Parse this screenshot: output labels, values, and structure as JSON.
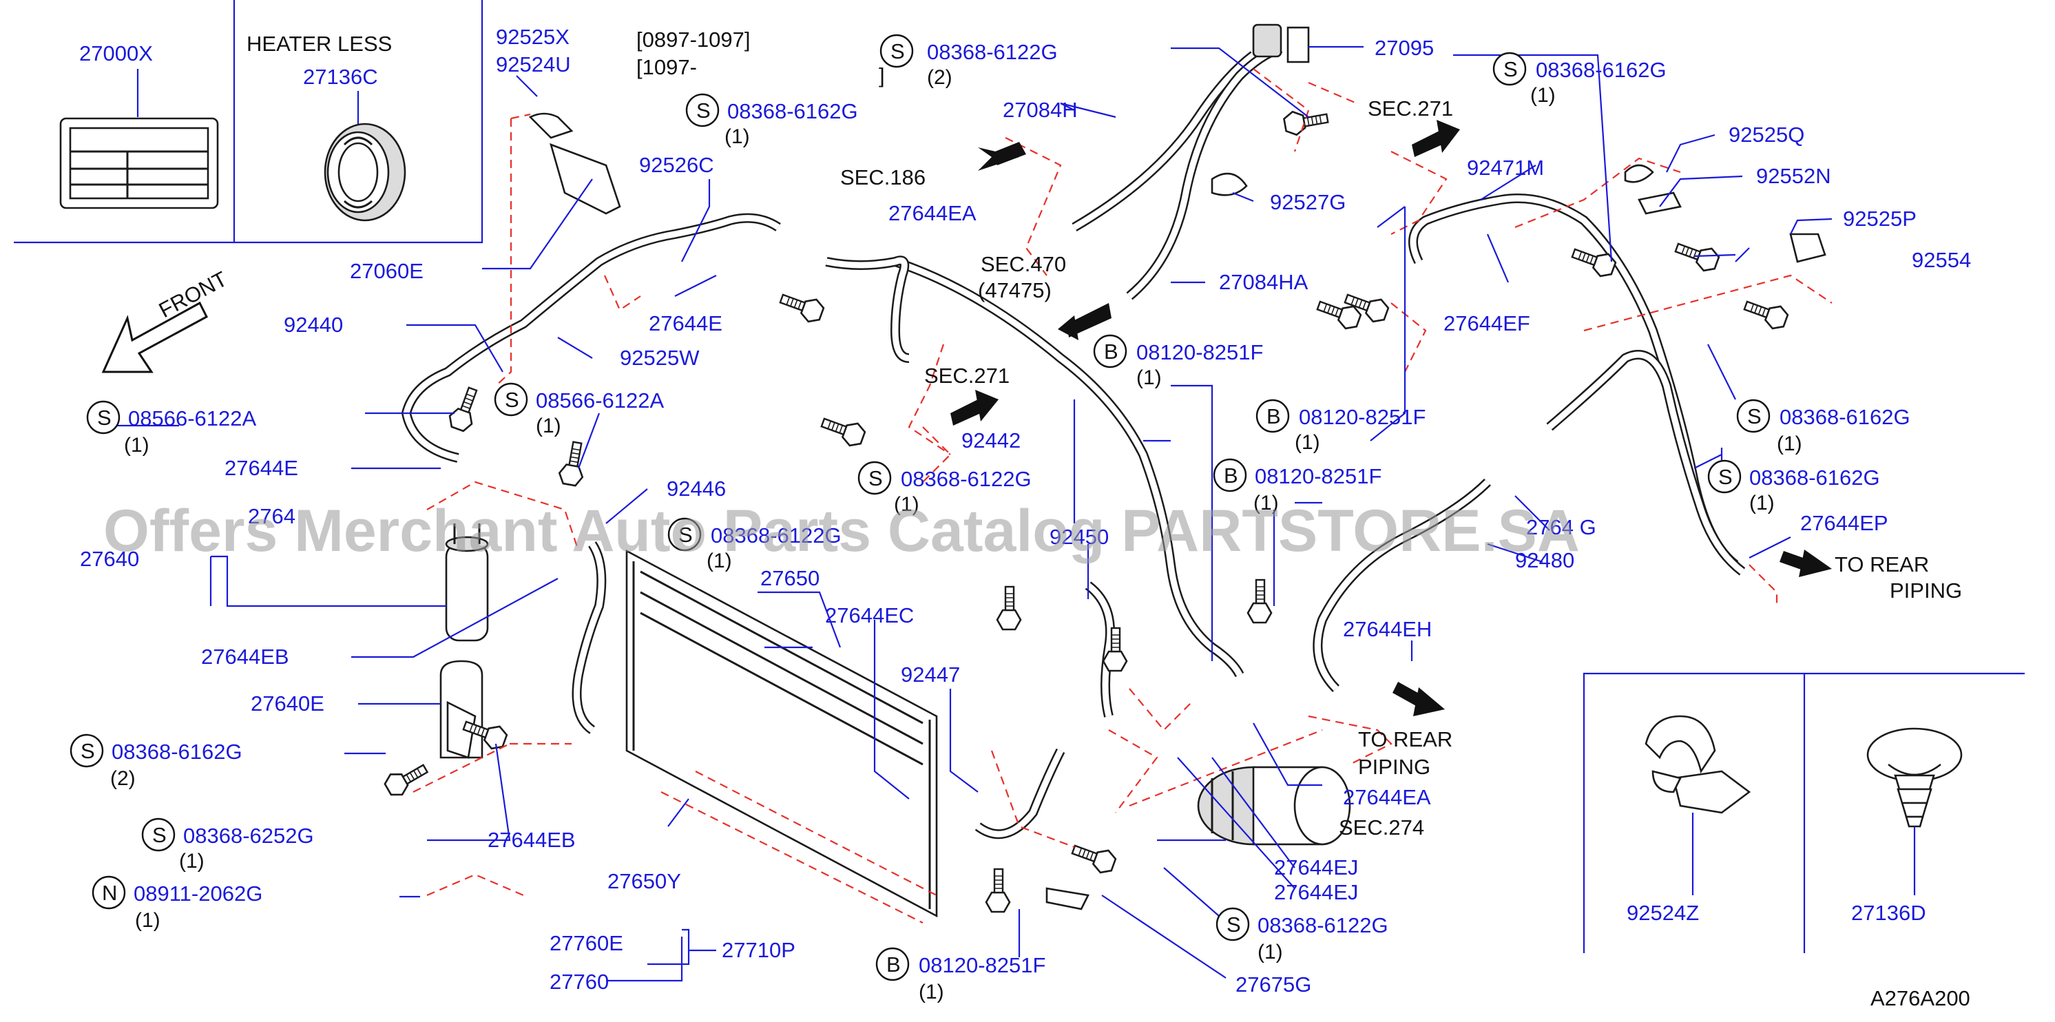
{
  "diagram_code": "A276A200",
  "watermark": "Offers Merchant Auto Parts Catalog PARTSTORE.SA",
  "inset_boxes": {
    "box1": {
      "part": "27000X"
    },
    "box2": {
      "heading": "HEATER  LESS",
      "part": "27136C"
    },
    "box3": {
      "part": "92524Z"
    },
    "box4": {
      "part": "27136D"
    }
  },
  "front_label": "FRONT",
  "date_codes": {
    "line1": "[0897-1097]",
    "line2": "[1097-",
    "line3": "]"
  },
  "fastener_prefixes": {
    "s": "S",
    "b": "B",
    "n": "N"
  },
  "callouts": [
    {
      "id": "p92525X",
      "text": "92525X"
    },
    {
      "id": "p92524U",
      "text": "92524U"
    },
    {
      "id": "p27060E",
      "text": "27060E"
    },
    {
      "id": "p92440",
      "text": "92440"
    },
    {
      "id": "p92526C",
      "text": "92526C"
    },
    {
      "id": "p27644E_a",
      "text": "27644E"
    },
    {
      "id": "p92525W",
      "text": "92525W"
    },
    {
      "id": "p27644E_b",
      "text": "27644E"
    },
    {
      "id": "p2764x",
      "text": "2764"
    },
    {
      "id": "p27640",
      "text": "27640"
    },
    {
      "id": "p27644EB_a",
      "text": "27644EB"
    },
    {
      "id": "p27640E",
      "text": "27640E"
    },
    {
      "id": "p27644EB_b",
      "text": "27644EB"
    },
    {
      "id": "p92446",
      "text": "92446"
    },
    {
      "id": "p27650",
      "text": "27650"
    },
    {
      "id": "p27644EC",
      "text": "27644EC"
    },
    {
      "id": "p27650Y",
      "text": "27650Y"
    },
    {
      "id": "p92447",
      "text": "92447"
    },
    {
      "id": "p27760E",
      "text": "27760E"
    },
    {
      "id": "p27760",
      "text": "27760"
    },
    {
      "id": "p27710P",
      "text": "27710P"
    },
    {
      "id": "p27084H",
      "text": "27084H"
    },
    {
      "id": "p27644EA_a",
      "text": "27644EA"
    },
    {
      "id": "p92442",
      "text": "92442"
    },
    {
      "id": "p92450",
      "text": "92450"
    },
    {
      "id": "p27095",
      "text": "27095"
    },
    {
      "id": "p92527G",
      "text": "92527G"
    },
    {
      "id": "p27084HA",
      "text": "27084HA"
    },
    {
      "id": "p27644EH",
      "text": "27644EH"
    },
    {
      "id": "p27644EA_b",
      "text": "27644EA"
    },
    {
      "id": "p27644EJ_a",
      "text": "27644EJ"
    },
    {
      "id": "p27644EJ_b",
      "text": "27644EJ"
    },
    {
      "id": "p27675G",
      "text": "27675G"
    },
    {
      "id": "p92471M",
      "text": "92471M"
    },
    {
      "id": "p92525Q",
      "text": "92525Q"
    },
    {
      "id": "p92552N",
      "text": "92552N"
    },
    {
      "id": "p92525P",
      "text": "92525P"
    },
    {
      "id": "p92554",
      "text": "92554"
    },
    {
      "id": "p27644EF",
      "text": "27644EF"
    },
    {
      "id": "p2764xG",
      "text": "2764 G"
    },
    {
      "id": "p92480",
      "text": "92480"
    },
    {
      "id": "p27644EPx",
      "text": "27644EP"
    }
  ],
  "fasteners": [
    {
      "id": "f1",
      "type": "S",
      "part": "08566-6122A",
      "qty": "(1)"
    },
    {
      "id": "f2",
      "type": "S",
      "part": "08566-6122A",
      "qty": "(1)"
    },
    {
      "id": "f3",
      "type": "S",
      "part": "08368-6162G",
      "qty": "(2)"
    },
    {
      "id": "f4",
      "type": "S",
      "part": "08368-6252G",
      "qty": "(1)"
    },
    {
      "id": "f5",
      "type": "N",
      "part": "08911-2062G",
      "qty": "(1)"
    },
    {
      "id": "f6",
      "type": "S",
      "part": "08368-6162G",
      "qty": "(1)"
    },
    {
      "id": "f7",
      "type": "S",
      "part": "08368-6122G",
      "qty": "(2)"
    },
    {
      "id": "f8",
      "type": "S",
      "part": "08368-6122G",
      "qty": "(1)"
    },
    {
      "id": "f9",
      "type": "S",
      "part": "08368-6122G",
      "qty": "(1)"
    },
    {
      "id": "f10",
      "type": "B",
      "part": "08120-8251F",
      "qty": "(1)"
    },
    {
      "id": "f11",
      "type": "B",
      "part": "08120-8251F",
      "qty": "(1)"
    },
    {
      "id": "f12",
      "type": "B",
      "part": "08120-8251F",
      "qty": "(1)"
    },
    {
      "id": "f13",
      "type": "B",
      "part": "08120-8251F",
      "qty": "(1)"
    },
    {
      "id": "f14",
      "type": "S",
      "part": "08368-6122G",
      "qty": "(1)"
    },
    {
      "id": "f15",
      "type": "S",
      "part": "08368-6162G",
      "qty": "(1)"
    },
    {
      "id": "f16",
      "type": "S",
      "part": "08368-6162G",
      "qty": "(1)"
    },
    {
      "id": "f17",
      "type": "S",
      "part": "08368-6162G",
      "qty": "(1)"
    }
  ],
  "section_refs": [
    {
      "id": "sec186",
      "text": "SEC.186"
    },
    {
      "id": "sec470",
      "text": "SEC.470"
    },
    {
      "id": "sec470b",
      "text": "(47475)"
    },
    {
      "id": "sec271a",
      "text": "SEC.271"
    },
    {
      "id": "sec271b",
      "text": "SEC.271"
    },
    {
      "id": "sec274",
      "text": "SEC.274"
    }
  ],
  "rear_piping": [
    {
      "id": "rp1",
      "line1": "TO  REAR",
      "line2": "PIPING"
    },
    {
      "id": "rp2",
      "line1": "TO  REAR",
      "line2": "PIPING"
    }
  ]
}
